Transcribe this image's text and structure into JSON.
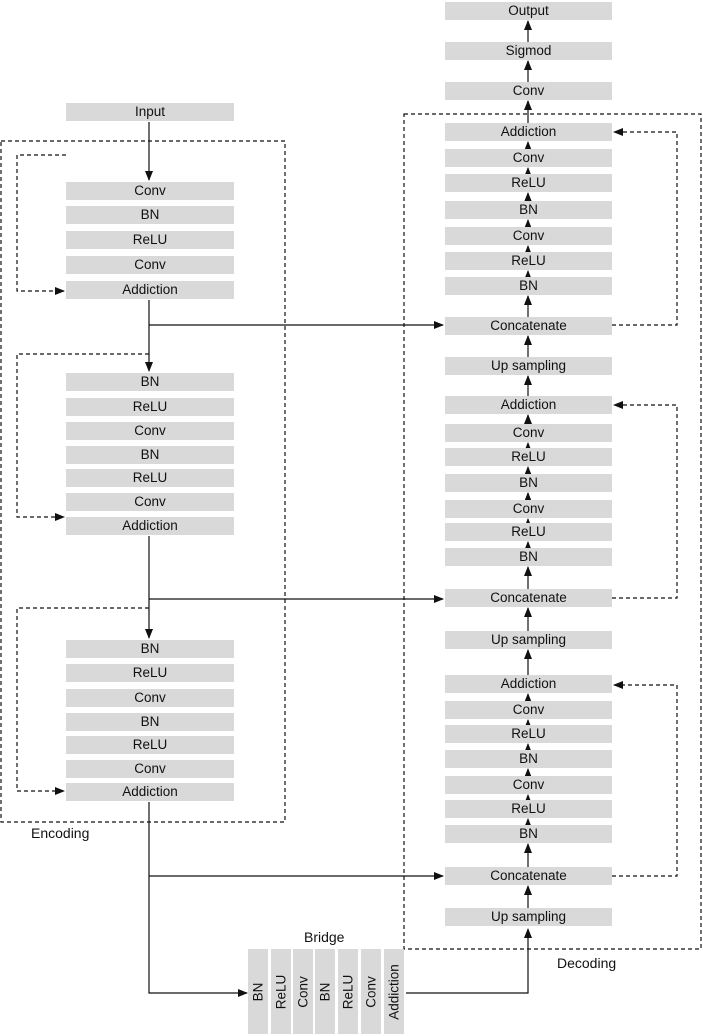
{
  "labels": {
    "encoding": "Encoding",
    "decoding": "Decoding",
    "bridge": "Bridge"
  },
  "encoder": {
    "input": "Input",
    "block1": [
      "Conv",
      "BN",
      "ReLU",
      "Conv",
      "Addiction"
    ],
    "block2": [
      "BN",
      "ReLU",
      "Conv",
      "BN",
      "ReLU",
      "Conv",
      "Addiction"
    ],
    "block3": [
      "BN",
      "ReLU",
      "Conv",
      "BN",
      "ReLU",
      "Conv",
      "Addiction"
    ]
  },
  "bridge_layers": [
    "BN",
    "ReLU",
    "Conv",
    "BN",
    "ReLU",
    "Conv",
    "Addiction"
  ],
  "decoder": {
    "output": "Output",
    "sigmoid": "Sigmod",
    "final_conv": "Conv",
    "block1": [
      "Addiction",
      "Conv",
      "ReLU",
      "BN",
      "Conv",
      "ReLU",
      "BN",
      "Concatenate",
      "Up sampling"
    ],
    "block2": [
      "Addiction",
      "Conv",
      "ReLU",
      "BN",
      "Conv",
      "ReLU",
      "BN",
      "Concatenate",
      "Up sampling"
    ],
    "block3": [
      "Addiction",
      "Conv",
      "ReLU",
      "BN",
      "Conv",
      "ReLU",
      "BN",
      "Concatenate",
      "Up sampling"
    ]
  },
  "colors": {
    "layer_fill": "#d9d9d9",
    "line": "#111111"
  }
}
